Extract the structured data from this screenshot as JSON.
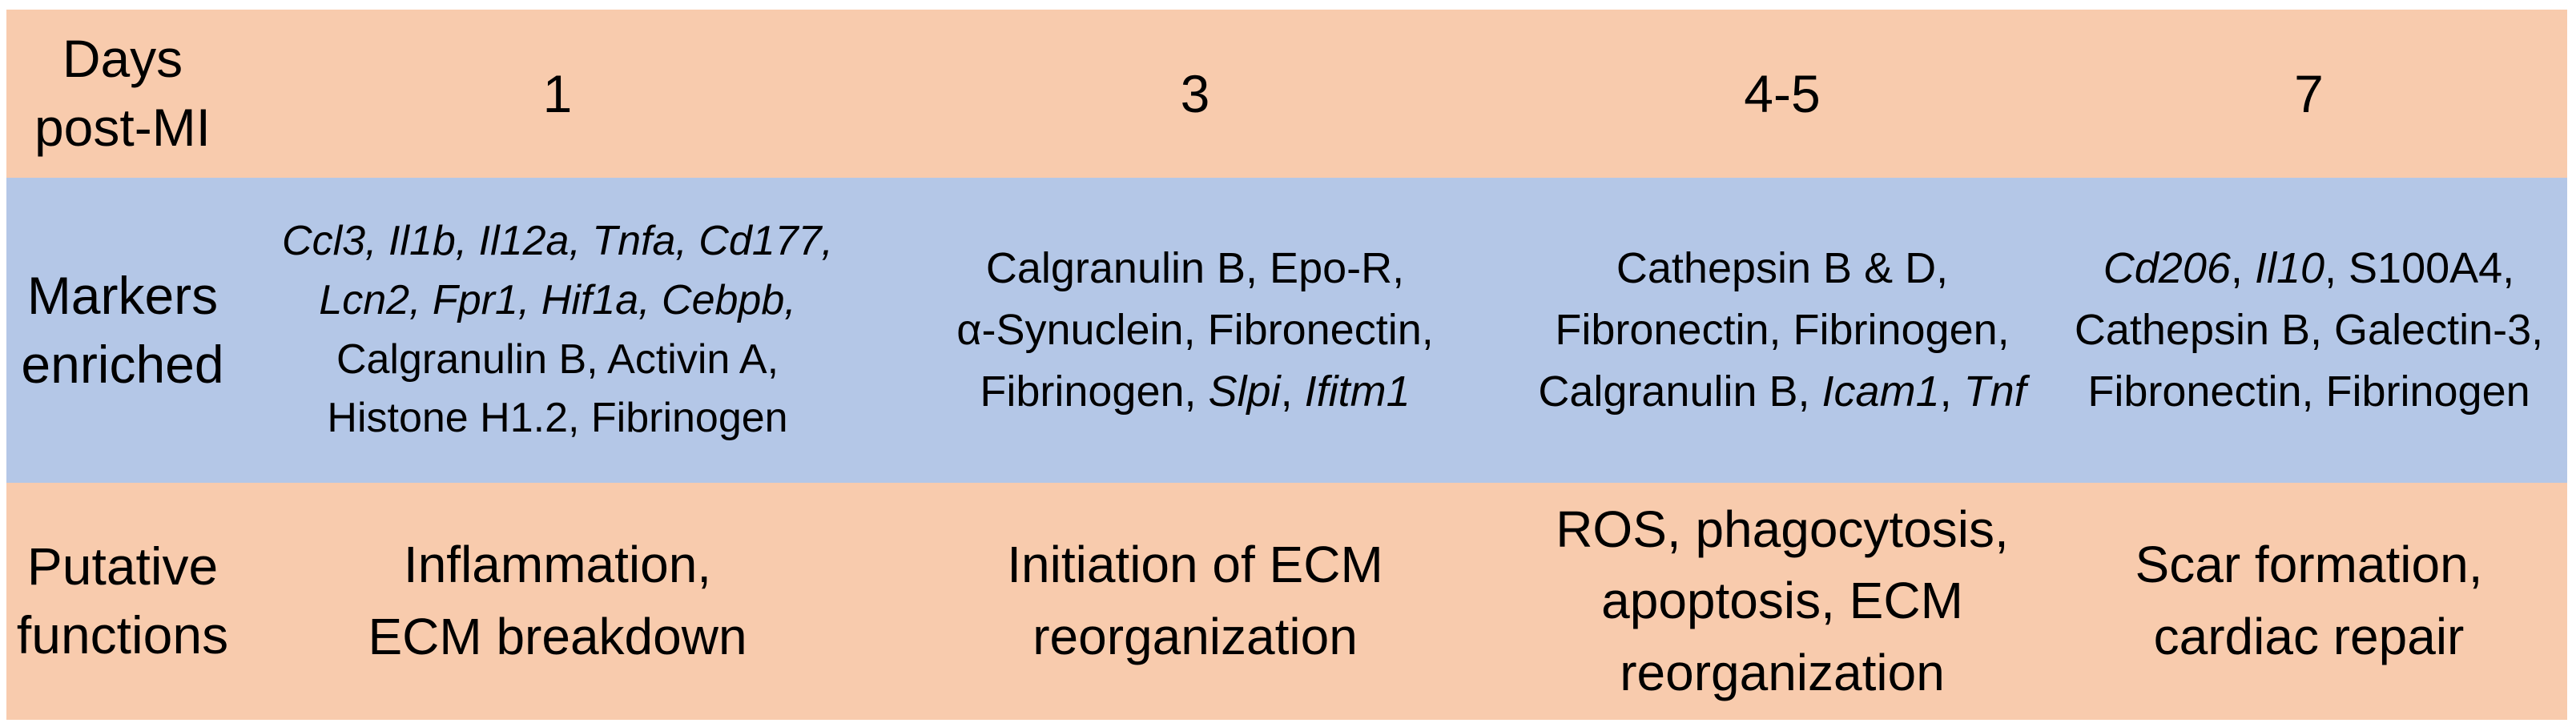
{
  "colors": {
    "row_peach": "#F8CBAD",
    "row_blue": "#B4C7E7",
    "text": "#000000",
    "background": "#FFFFFF"
  },
  "table": {
    "header_row": {
      "label_lines": [
        "Days",
        "post-MI"
      ],
      "columns": [
        "1",
        "3",
        "4-5",
        "7"
      ]
    },
    "markers_row": {
      "label_lines": [
        "Markers",
        "enriched"
      ],
      "cells": {
        "day1": [
          [
            {
              "t": "Ccl3, Il1b, Il12a, Tnfa, Cd177,",
              "i": true
            }
          ],
          [
            {
              "t": "Lcn2, Fpr1, Hif1a, Cebpb,",
              "i": true
            }
          ],
          "Calgranulin B, Activin A,",
          "Histone H1.2, Fibrinogen"
        ],
        "day3": [
          "Calgranulin B, Epo-R,",
          "α-Synuclein, Fibronectin,",
          [
            {
              "t": "Fibrinogen, "
            },
            {
              "t": "Slpi",
              "i": true
            },
            {
              "t": ", "
            },
            {
              "t": "Ifitm1",
              "i": true
            }
          ]
        ],
        "day45": [
          "Cathepsin B & D,",
          "Fibronectin, Fibrinogen,",
          [
            {
              "t": "Calgranulin B, "
            },
            {
              "t": "Icam1",
              "i": true
            },
            {
              "t": ", "
            },
            {
              "t": "Tnf",
              "i": true
            }
          ]
        ],
        "day7": [
          [
            {
              "t": "Cd206",
              "i": true
            },
            {
              "t": ", "
            },
            {
              "t": "Il10",
              "i": true
            },
            {
              "t": ", S100A4,"
            }
          ],
          "Cathepsin B, Galectin-3,",
          "Fibronectin, Fibrinogen"
        ]
      }
    },
    "functions_row": {
      "label_lines": [
        "Putative",
        "functions"
      ],
      "cells": {
        "day1": [
          "Inflammation,",
          "ECM breakdown"
        ],
        "day3": [
          "Initiation of ECM",
          "reorganization"
        ],
        "day45": [
          "ROS, phagocytosis,",
          "apoptosis, ECM",
          "reorganization"
        ],
        "day7": [
          "Scar formation,",
          "cardiac repair"
        ]
      }
    }
  }
}
